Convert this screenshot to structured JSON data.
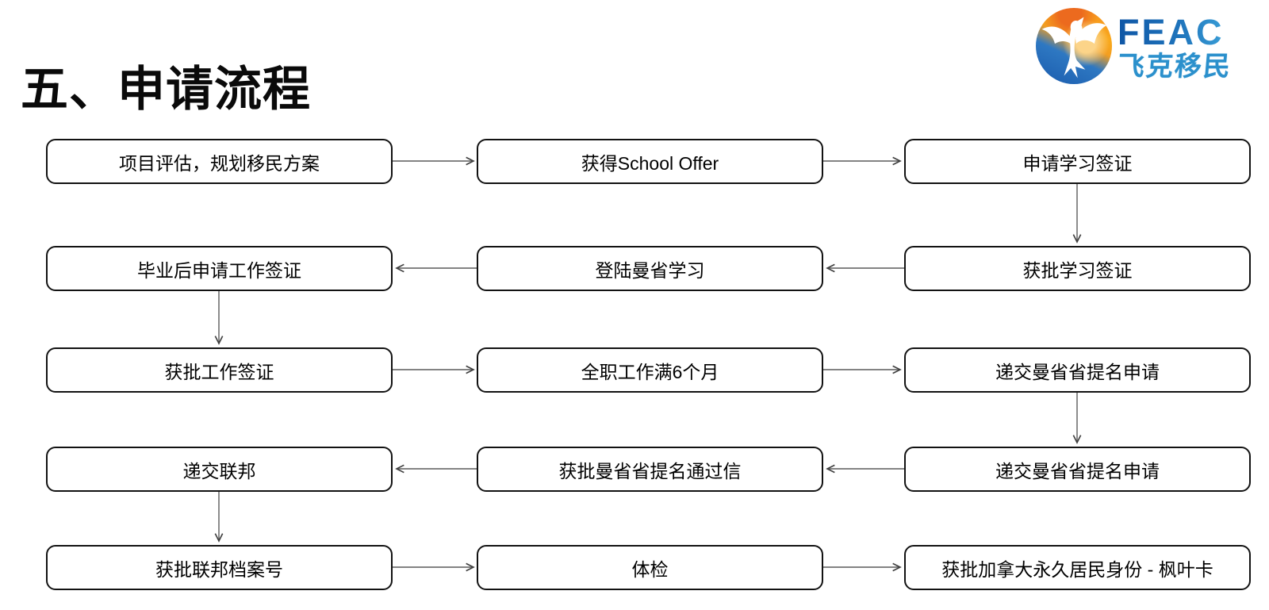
{
  "title": "五、申请流程",
  "logo": {
    "acronym": "FEAC",
    "chinese_name": "飞克移民",
    "colors": {
      "blue": "#1a5bad",
      "orange": "#f59b1e",
      "text_blue": "#2b90cc"
    }
  },
  "flow": {
    "pattern": "serpentine",
    "rows": [
      {
        "direction": "right",
        "cells": [
          "项目评估，规划移民方案",
          "获得School Offer",
          "申请学习签证"
        ]
      },
      {
        "direction": "left",
        "cells": [
          "毕业后申请工作签证",
          "登陆曼省学习",
          "获批学习签证"
        ]
      },
      {
        "direction": "right",
        "cells": [
          "获批工作签证",
          "全职工作满6个月",
          "递交曼省省提名申请"
        ]
      },
      {
        "direction": "left",
        "cells": [
          "递交联邦",
          "获批曼省省提名通过信",
          "递交曼省省提名申请"
        ]
      },
      {
        "direction": "right",
        "cells": [
          "获批联邦档案号",
          "体检",
          "获批加拿大永久居民身份 - 枫叶卡"
        ]
      }
    ]
  }
}
